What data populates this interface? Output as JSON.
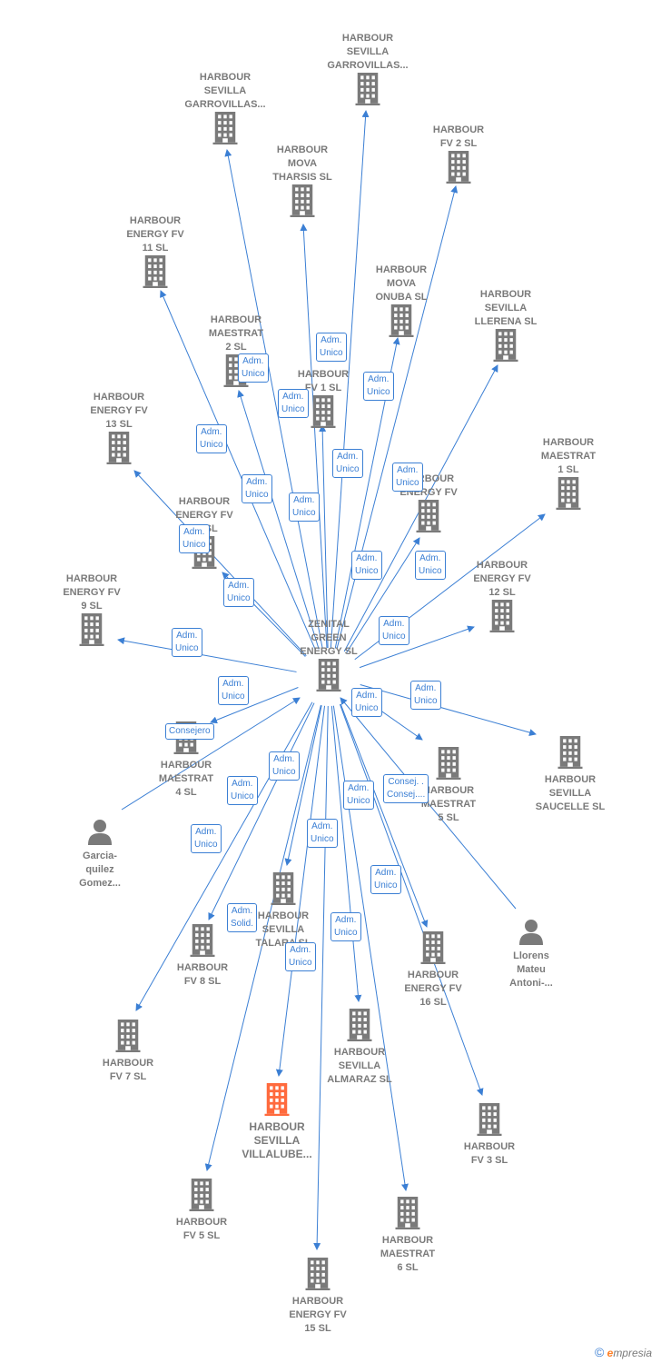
{
  "center": {
    "name": "ZENITAL\nGREEN\nENERGY  SL"
  },
  "nodes": [
    {
      "id": "n_garro1",
      "type": "company",
      "label": "HARBOUR\nSEVILLA\nGARROVILLAS..."
    },
    {
      "id": "n_garro2",
      "type": "company",
      "label": "HARBOUR\nSEVILLA\nGARROVILLAS..."
    },
    {
      "id": "n_fv2",
      "type": "company",
      "label": "HARBOUR\nFV 2  SL"
    },
    {
      "id": "n_tharsis",
      "type": "company",
      "label": "HARBOUR\nMOVA\nTHARSIS  SL"
    },
    {
      "id": "n_fv11",
      "type": "company",
      "label": "HARBOUR\nENERGY FV\n11  SL"
    },
    {
      "id": "n_onuba",
      "type": "company",
      "label": "HARBOUR\nMOVA\nONUBA  SL"
    },
    {
      "id": "n_llerena",
      "type": "company",
      "label": "HARBOUR\nSEVILLA\nLLERENA  SL"
    },
    {
      "id": "n_maestrat2",
      "type": "company",
      "label": "HARBOUR\nMAESTRAT\n2  SL"
    },
    {
      "id": "n_fv1",
      "type": "company",
      "label": "HARBOUR\nFV 1  SL"
    },
    {
      "id": "n_fv13",
      "type": "company",
      "label": "HARBOUR\nENERGY FV\n13  SL"
    },
    {
      "id": "n_energyfv",
      "type": "company",
      "label": "HARBOUR\nENERGY FV"
    },
    {
      "id": "n_maestrat1",
      "type": "company",
      "label": "HARBOUR\nMAESTRAT\n1  SL"
    },
    {
      "id": "n_fv10",
      "type": "company",
      "label": "HARBOUR\nENERGY FV\n10  SL"
    },
    {
      "id": "n_fv12",
      "type": "company",
      "label": "HARBOUR\nENERGY FV\n12  SL"
    },
    {
      "id": "n_fv9",
      "type": "company",
      "label": "HARBOUR\nENERGY FV\n9  SL"
    },
    {
      "id": "n_maestrat4",
      "type": "company",
      "label": "HARBOUR\nMAESTRAT\n4  SL"
    },
    {
      "id": "n_saucelle",
      "type": "company",
      "label": "HARBOUR\nSEVILLA\nSAUCELLE  SL"
    },
    {
      "id": "n_maestrat_r",
      "type": "company",
      "label": "HARBOUR\nMAESTRAT\n5  SL"
    },
    {
      "id": "n_garcia",
      "type": "person",
      "label": "Garcia-\nquilez\nGomez..."
    },
    {
      "id": "n_sevilla_mid",
      "type": "company",
      "label": "HARBOUR\nSEVILLA\nTALARA  SL"
    },
    {
      "id": "n_llorens",
      "type": "person",
      "label": "Llorens\nMateu\nAntoni-..."
    },
    {
      "id": "n_fv8",
      "type": "company",
      "label": "HARBOUR\nFV 8  SL"
    },
    {
      "id": "n_fv16",
      "type": "company",
      "label": "HARBOUR\nENERGY FV\n16  SL"
    },
    {
      "id": "n_fv7",
      "type": "company",
      "label": "HARBOUR\nFV 7  SL"
    },
    {
      "id": "n_almaraz",
      "type": "company",
      "label": "HARBOUR\nSEVILLA\nALMARAZ  SL"
    },
    {
      "id": "n_villalube",
      "type": "company",
      "label": "HARBOUR\nSEVILLA\nVILLALUBE..."
    },
    {
      "id": "n_fv3",
      "type": "company",
      "label": "HARBOUR\nFV 3  SL"
    },
    {
      "id": "n_fv5",
      "type": "company",
      "label": "HARBOUR\nFV 5  SL"
    },
    {
      "id": "n_maestrat6",
      "type": "company",
      "label": "HARBOUR\nMAESTRAT\n6  SL"
    },
    {
      "id": "n_fv15",
      "type": "company",
      "label": "HARBOUR\nENERGY FV\n15  SL"
    }
  ],
  "relations": [
    {
      "label": "Adm.\nUnico"
    },
    {
      "label": "Adm.\nUnico"
    },
    {
      "label": "Adm.\nUnico"
    },
    {
      "label": "Adm.\nUnico"
    },
    {
      "label": "Adm.\nUnico"
    },
    {
      "label": "Adm.\nUnico"
    },
    {
      "label": "Adm.\nUnico"
    },
    {
      "label": "Adm.\nUnico"
    },
    {
      "label": "Adm.\nUnico"
    },
    {
      "label": "Adm.\nUnico"
    },
    {
      "label": "Adm.\nUnico"
    },
    {
      "label": "Adm.\nUnico"
    },
    {
      "label": "Adm.\nUnico"
    },
    {
      "label": "Adm.\nUnico"
    },
    {
      "label": "Adm.\nUnico"
    },
    {
      "label": "Adm.\nUnico"
    },
    {
      "label": "Consejero"
    },
    {
      "label": "Adm.\nUnico"
    },
    {
      "label": "Adm.\nUnico"
    },
    {
      "label": "Consej. .\nConsej...."
    },
    {
      "label": "Adm.\nUnico"
    },
    {
      "label": "Adm.\nUnico"
    },
    {
      "label": "Adm.\nUnico"
    },
    {
      "label": "Adm.\nUnico"
    },
    {
      "label": "Adm.\nUnico"
    },
    {
      "label": "Adm.\nSolid."
    },
    {
      "label": "Adm.\nUnico"
    },
    {
      "label": "Adm.\nUnico"
    },
    {
      "label": "Adm.\nUnico"
    }
  ],
  "colors": {
    "edge": "#3b7fd4",
    "building": "#7a7a7a",
    "highlight": "#ff6a3d"
  },
  "brand": {
    "copyright": "©",
    "initial": "e",
    "rest": "mpresia"
  }
}
